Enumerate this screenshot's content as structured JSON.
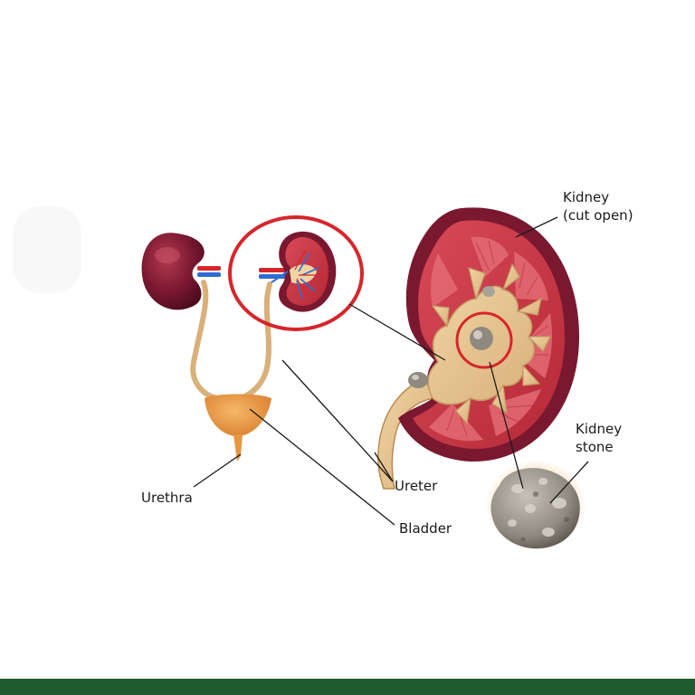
{
  "labels": {
    "kidney_cut_line1": "Kidney",
    "kidney_cut_line2": "(cut open)",
    "kidney_stone_line1": "Kidney",
    "kidney_stone_line2": "stone",
    "ureter": "Ureter",
    "urethra": "Urethra",
    "bladder": "Bladder"
  },
  "colors": {
    "kidney_dark": "#7a1830",
    "highlight_circle": "#d6262b",
    "tissue_red": "#c9323f",
    "pelvis_tan": "#e6c48e",
    "ureter_tan": "#d9b07a",
    "bladder_orange": "#e8963f",
    "stone_gray": "#8f8a80",
    "footer_green": "#1e5b2e"
  }
}
